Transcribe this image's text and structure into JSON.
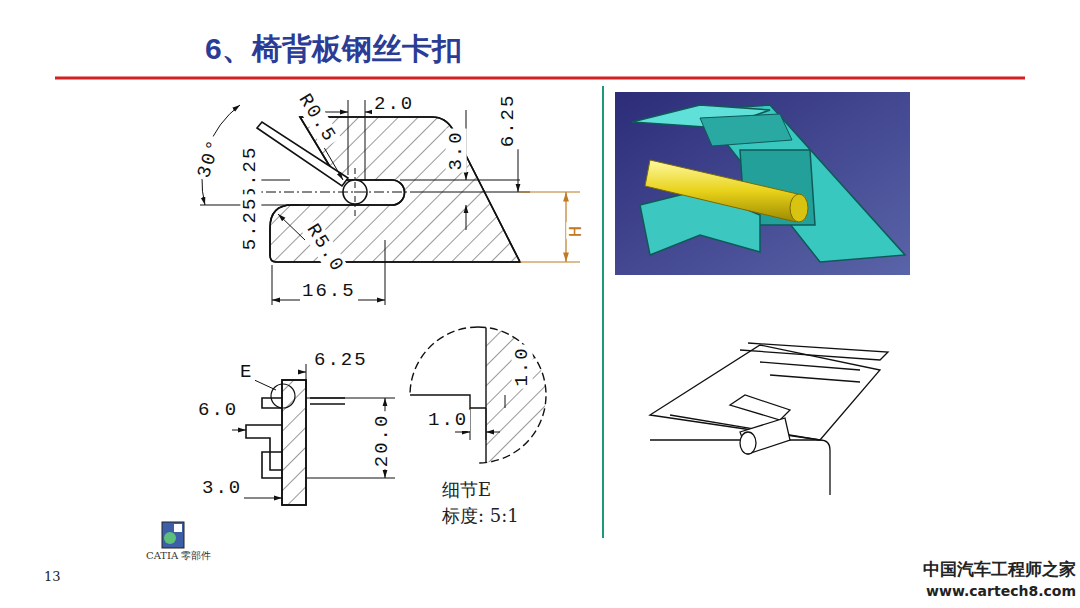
{
  "diagram": {
    "title": "6、椅背板钢丝卡扣",
    "labels": [
      "30°",
      "R0.5",
      "2.0",
      "3.0",
      "6.25",
      "5.25",
      "5.25",
      "H",
      "R5.0",
      "16.5",
      "E",
      "6.25",
      "6.0",
      "20.0",
      "3.0",
      "1.0",
      "1.0",
      "细节E",
      "标度: 5:1",
      "CATIA 零部件",
      "13",
      "中国汽车工程师之家",
      "www.cartech8.com"
    ]
  }
}
